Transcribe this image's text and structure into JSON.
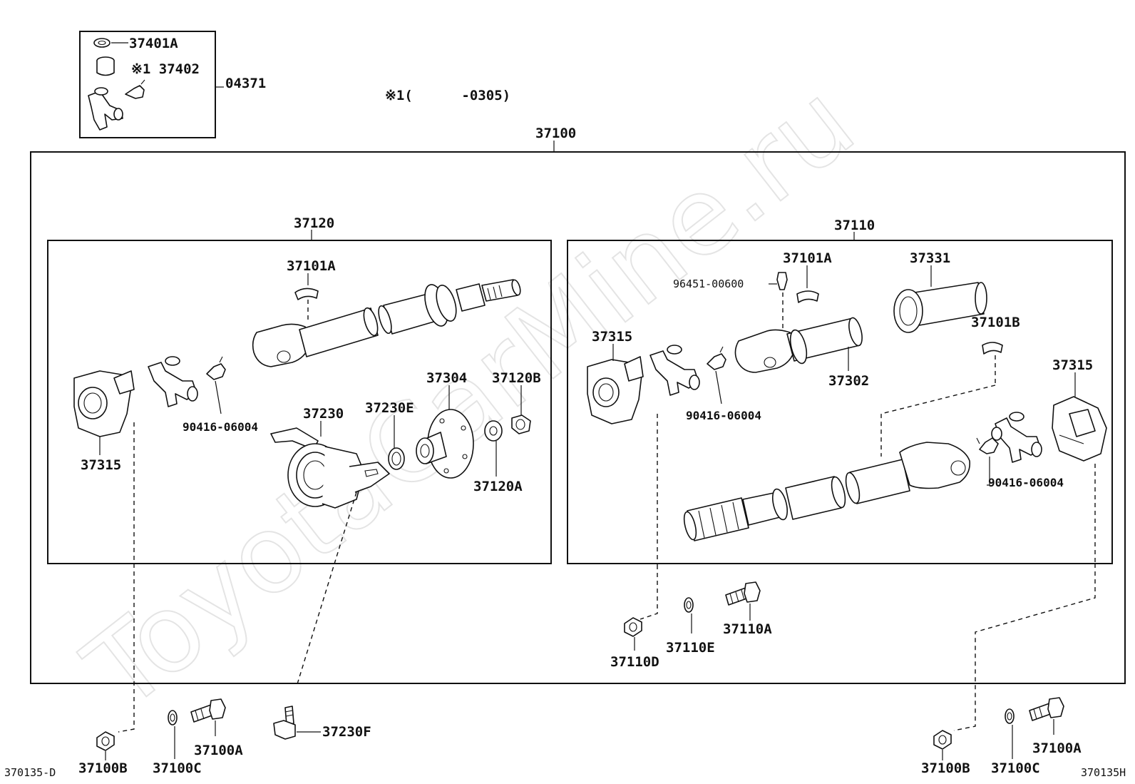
{
  "watermark": "ToyotaCarMine.ru",
  "kit_box": {
    "items": [
      "37401A",
      "※1 37402"
    ],
    "kit_number": "04371"
  },
  "footnote": "※1(      -0305)",
  "assembly": {
    "number": "37100",
    "front_shaft": {
      "number": "37120",
      "labels": {
        "grease_cap": "37101A",
        "flange": "37315",
        "fitting": "90416-06004",
        "bearing": "37230",
        "washer": "37230E",
        "flange_yoke": "37304",
        "nut": "37120B",
        "plate_washer": "37120A"
      }
    },
    "rear_shaft": {
      "number": "37110",
      "labels": {
        "grease_cap_a": "37101A",
        "nipple": "96451-00600",
        "boot": "37331",
        "grease_cap_b": "37101B",
        "flange_left": "37315",
        "flange_right": "37315",
        "yoke": "37302",
        "fitting_left": "90416-06004",
        "fitting_right": "90416-06004"
      }
    },
    "hardware_center": {
      "bolt": "37110A",
      "washer": "37110E",
      "nut": "37110D"
    }
  },
  "hardware_bottom": {
    "left_nut": "37100B",
    "left_washer": "37100C",
    "left_bolt": "37100A",
    "bearing_bolt": "37230F",
    "right_nut": "37100B",
    "right_washer": "37100C",
    "right_bolt": "37100A"
  },
  "codes": {
    "left": "370135-D",
    "right": "370135H"
  }
}
